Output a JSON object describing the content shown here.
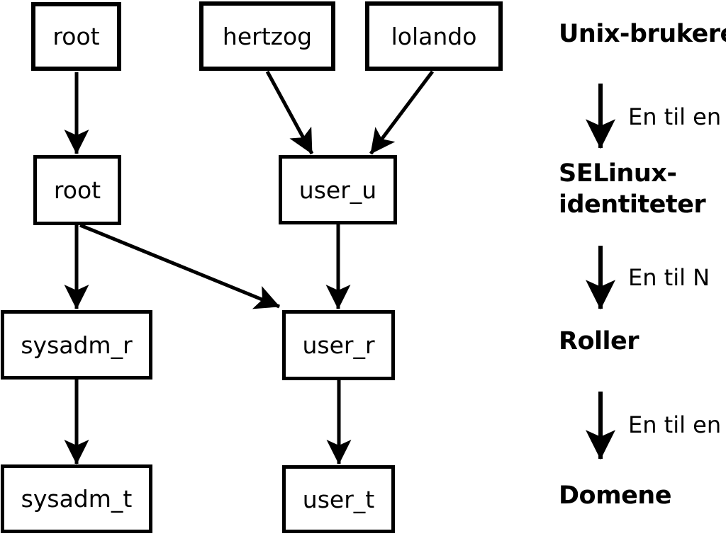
{
  "diagram": {
    "title_semantic": "SELinux mapping: Unix users to SELinux identities to roles to domains",
    "nodes": [
      {
        "id": "unix-root",
        "label": "root"
      },
      {
        "id": "unix-hertzog",
        "label": "hertzog"
      },
      {
        "id": "unix-lolando",
        "label": "lolando"
      },
      {
        "id": "selinux-root",
        "label": "root"
      },
      {
        "id": "selinux-user_u",
        "label": "user_u"
      },
      {
        "id": "role-sysadm_r",
        "label": "sysadm_r"
      },
      {
        "id": "role-user_r",
        "label": "user_r"
      },
      {
        "id": "domain-sysadm_t",
        "label": "sysadm_t"
      },
      {
        "id": "domain-user_t",
        "label": "user_t"
      }
    ],
    "edges": [
      {
        "from": "unix-root",
        "to": "selinux-root"
      },
      {
        "from": "unix-hertzog",
        "to": "selinux-user_u"
      },
      {
        "from": "unix-lolando",
        "to": "selinux-user_u"
      },
      {
        "from": "selinux-root",
        "to": "role-sysadm_r"
      },
      {
        "from": "selinux-root",
        "to": "role-user_r"
      },
      {
        "from": "selinux-user_u",
        "to": "role-user_r"
      },
      {
        "from": "role-sysadm_r",
        "to": "domain-sysadm_t"
      },
      {
        "from": "role-user_r",
        "to": "domain-user_t"
      }
    ],
    "colors": {
      "foreground": "#000000",
      "background": "#ffffff"
    }
  },
  "legend": {
    "levels": [
      {
        "lines": [
          "Unix-brukere"
        ]
      },
      {
        "lines": [
          "SELinux-",
          "identiteter"
        ]
      },
      {
        "lines": [
          "Roller"
        ]
      },
      {
        "lines": [
          "Domene"
        ]
      }
    ],
    "arrow_captions": [
      "En til en",
      "En til N",
      "En til en"
    ]
  }
}
